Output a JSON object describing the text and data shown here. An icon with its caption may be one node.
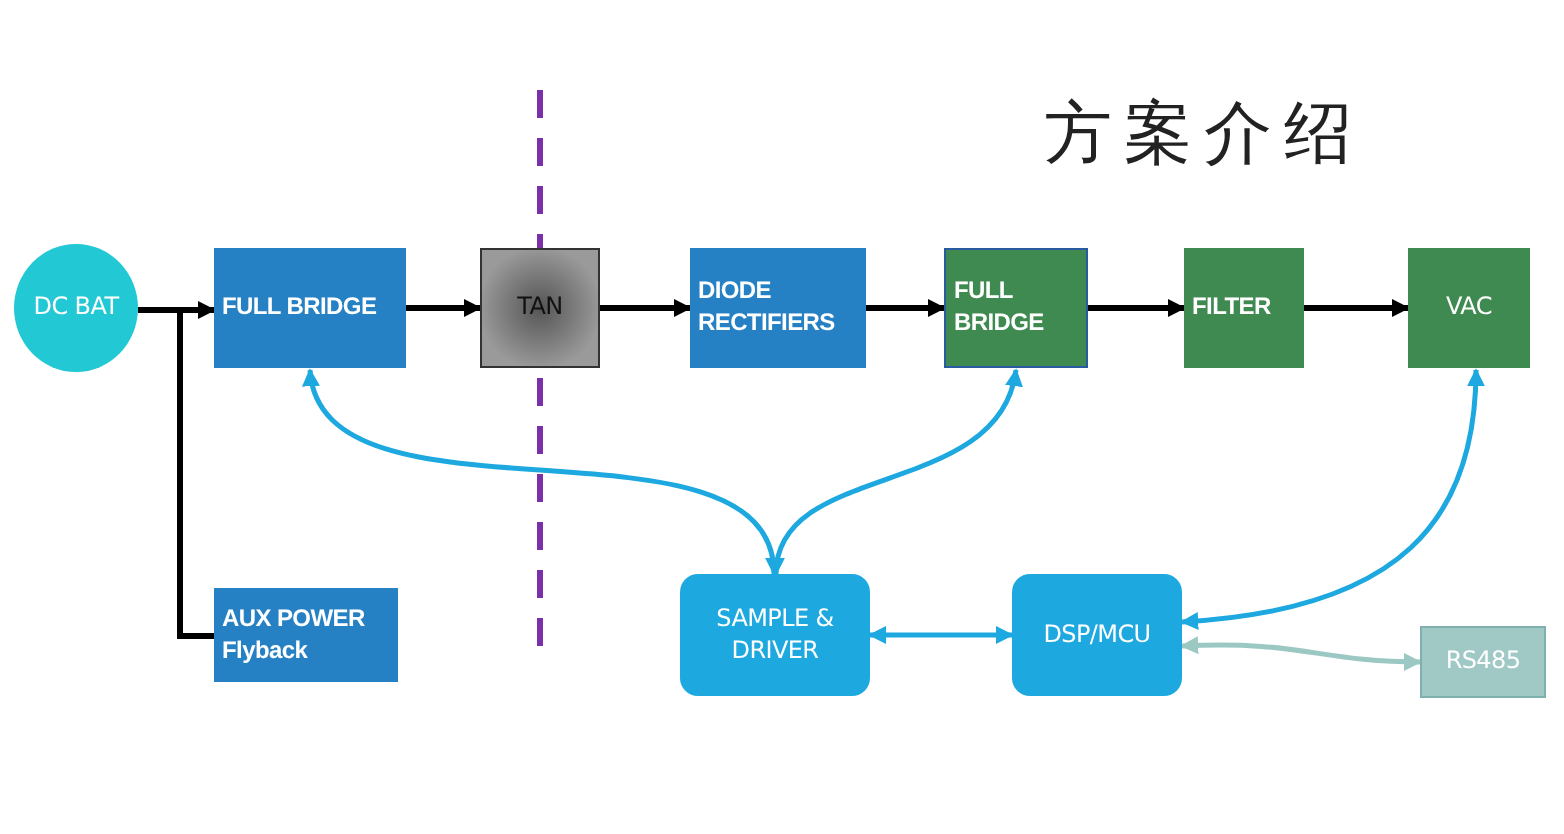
{
  "diagram": {
    "title": "方案介绍",
    "nodes": [
      {
        "text": [
          "DC BAT"
        ]
      },
      {
        "text": [
          "FULL BRIDGE"
        ]
      },
      {
        "text": [
          "TAN"
        ]
      },
      {
        "text": [
          "DIODE RECTIFIERS"
        ]
      },
      {
        "text": [
          "FULL BRIDGE"
        ]
      },
      {
        "text": [
          "FILTER"
        ]
      },
      {
        "text": [
          "VAC"
        ]
      },
      {
        "text": [
          "AUX POWER Flyback"
        ]
      },
      {
        "text": [
          "SAMPLE & DRIVER"
        ]
      },
      {
        "text": [
          "DSP/MCU"
        ]
      },
      {
        "text": [
          "RS485"
        ]
      }
    ],
    "edges": [
      {
        "from": 0,
        "to": 1,
        "arrow": "to"
      },
      {
        "from": 0,
        "to": 7,
        "arrow": "none"
      },
      {
        "from": 1,
        "to": 2,
        "arrow": "to"
      },
      {
        "from": 2,
        "to": 3,
        "arrow": "to"
      },
      {
        "from": 3,
        "to": 4,
        "arrow": "to"
      },
      {
        "from": 4,
        "to": 5,
        "arrow": "to"
      },
      {
        "from": 5,
        "to": 6,
        "arrow": "to"
      },
      {
        "from": 8,
        "to": 1,
        "arrow": "both",
        "color": "#1ea8e0"
      },
      {
        "from": 8,
        "to": 4,
        "arrow": "both",
        "color": "#1ea8e0"
      },
      {
        "from": 8,
        "to": 9,
        "arrow": "both",
        "color": "#1ea8e0"
      },
      {
        "from": 9,
        "to": 6,
        "arrow": "both",
        "color": "#1ea8e0"
      },
      {
        "from": 9,
        "to": 10,
        "arrow": "both",
        "color": "#9cc8c4"
      }
    ]
  }
}
